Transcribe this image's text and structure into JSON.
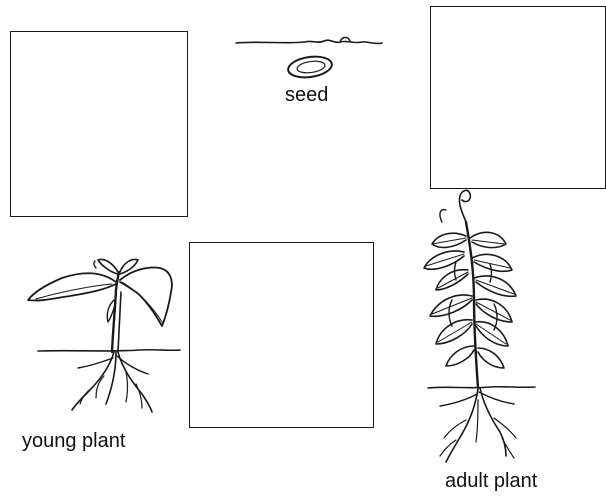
{
  "diagram": {
    "labels": {
      "seed": "seed",
      "young_plant": "young plant",
      "adult_plant": "adult plant"
    },
    "blank_boxes": [
      {
        "id": "box-1",
        "content": ""
      },
      {
        "id": "box-2",
        "content": ""
      },
      {
        "id": "box-3",
        "content": ""
      }
    ],
    "colors": {
      "ink": "#1a1a1a",
      "background": "#ffffff"
    }
  }
}
